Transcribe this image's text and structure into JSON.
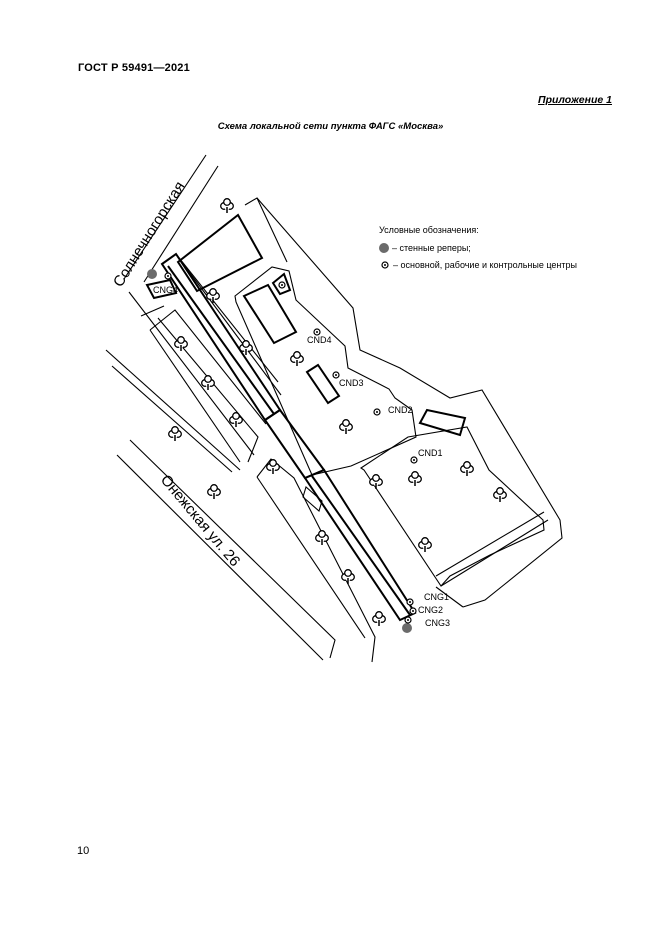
{
  "header": {
    "standard": "ГОСТ Р 59491—2021",
    "appendix": "Приложение 1",
    "title": "Схема локальной сети пункта ФАГС «Москва»"
  },
  "map": {
    "streets": {
      "north": "Солнечногорская",
      "south": "Онежская ул. 26"
    },
    "legend": {
      "heading": "Условные обозначения:",
      "wall_marks": "– стенные реперы;",
      "centers": "– основной, рабочие и контрольные центры"
    },
    "points": {
      "cng4": "CNG4",
      "cnd4": "CND4",
      "cnd3": "CND3",
      "cnd2": "CND2",
      "cnd1": "CND1",
      "cng1": "CNG1",
      "cng2": "CNG2",
      "cng3": "CNG3"
    },
    "colors": {
      "wall_mark": "#6b6b6b",
      "lines": "#000000"
    }
  },
  "footer": {
    "page_number": "10"
  }
}
